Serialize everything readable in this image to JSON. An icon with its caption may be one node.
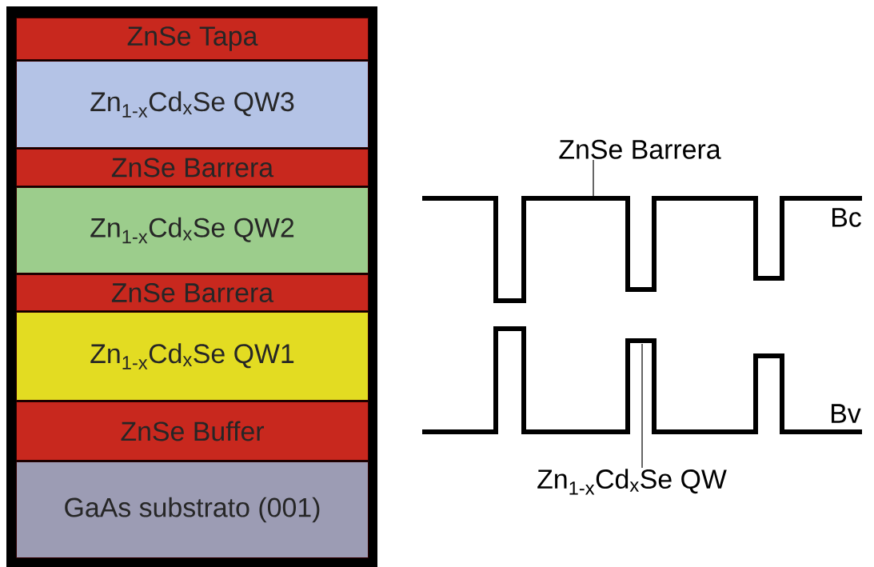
{
  "diagram": {
    "nodes": [
      {
        "text": [
          "ZnSe Tapa"
        ]
      },
      {
        "text": [
          "Zn$_{1-x}$Cd$_{x}$Se QW3"
        ]
      },
      {
        "text": [
          "ZnSe Barrera"
        ]
      },
      {
        "text": [
          "Zn$_{1-x}$Cd$_{x}$Se QW2"
        ]
      },
      {
        "text": [
          "ZnSe Barrera"
        ]
      },
      {
        "text": [
          "Zn$_{1-x}$Cd$_{x}$Se QW1"
        ]
      },
      {
        "text": [
          "ZnSe Buffer"
        ]
      },
      {
        "text": [
          "GaAs substrato (001)"
        ]
      },
      {
        "text": [
          "ZnSe Barrera"
        ]
      },
      {
        "text": [
          "Zn$_{1-x}$Cd$_{x}$Se QW"
        ]
      }
    ],
    "edges": [
      {
        "from": 8,
        "to": null,
        "arrow": "none"
      },
      {
        "from": 9,
        "to": null,
        "arrow": "none"
      }
    ],
    "labels": [
      "Bc",
      "Bv"
    ]
  }
}
